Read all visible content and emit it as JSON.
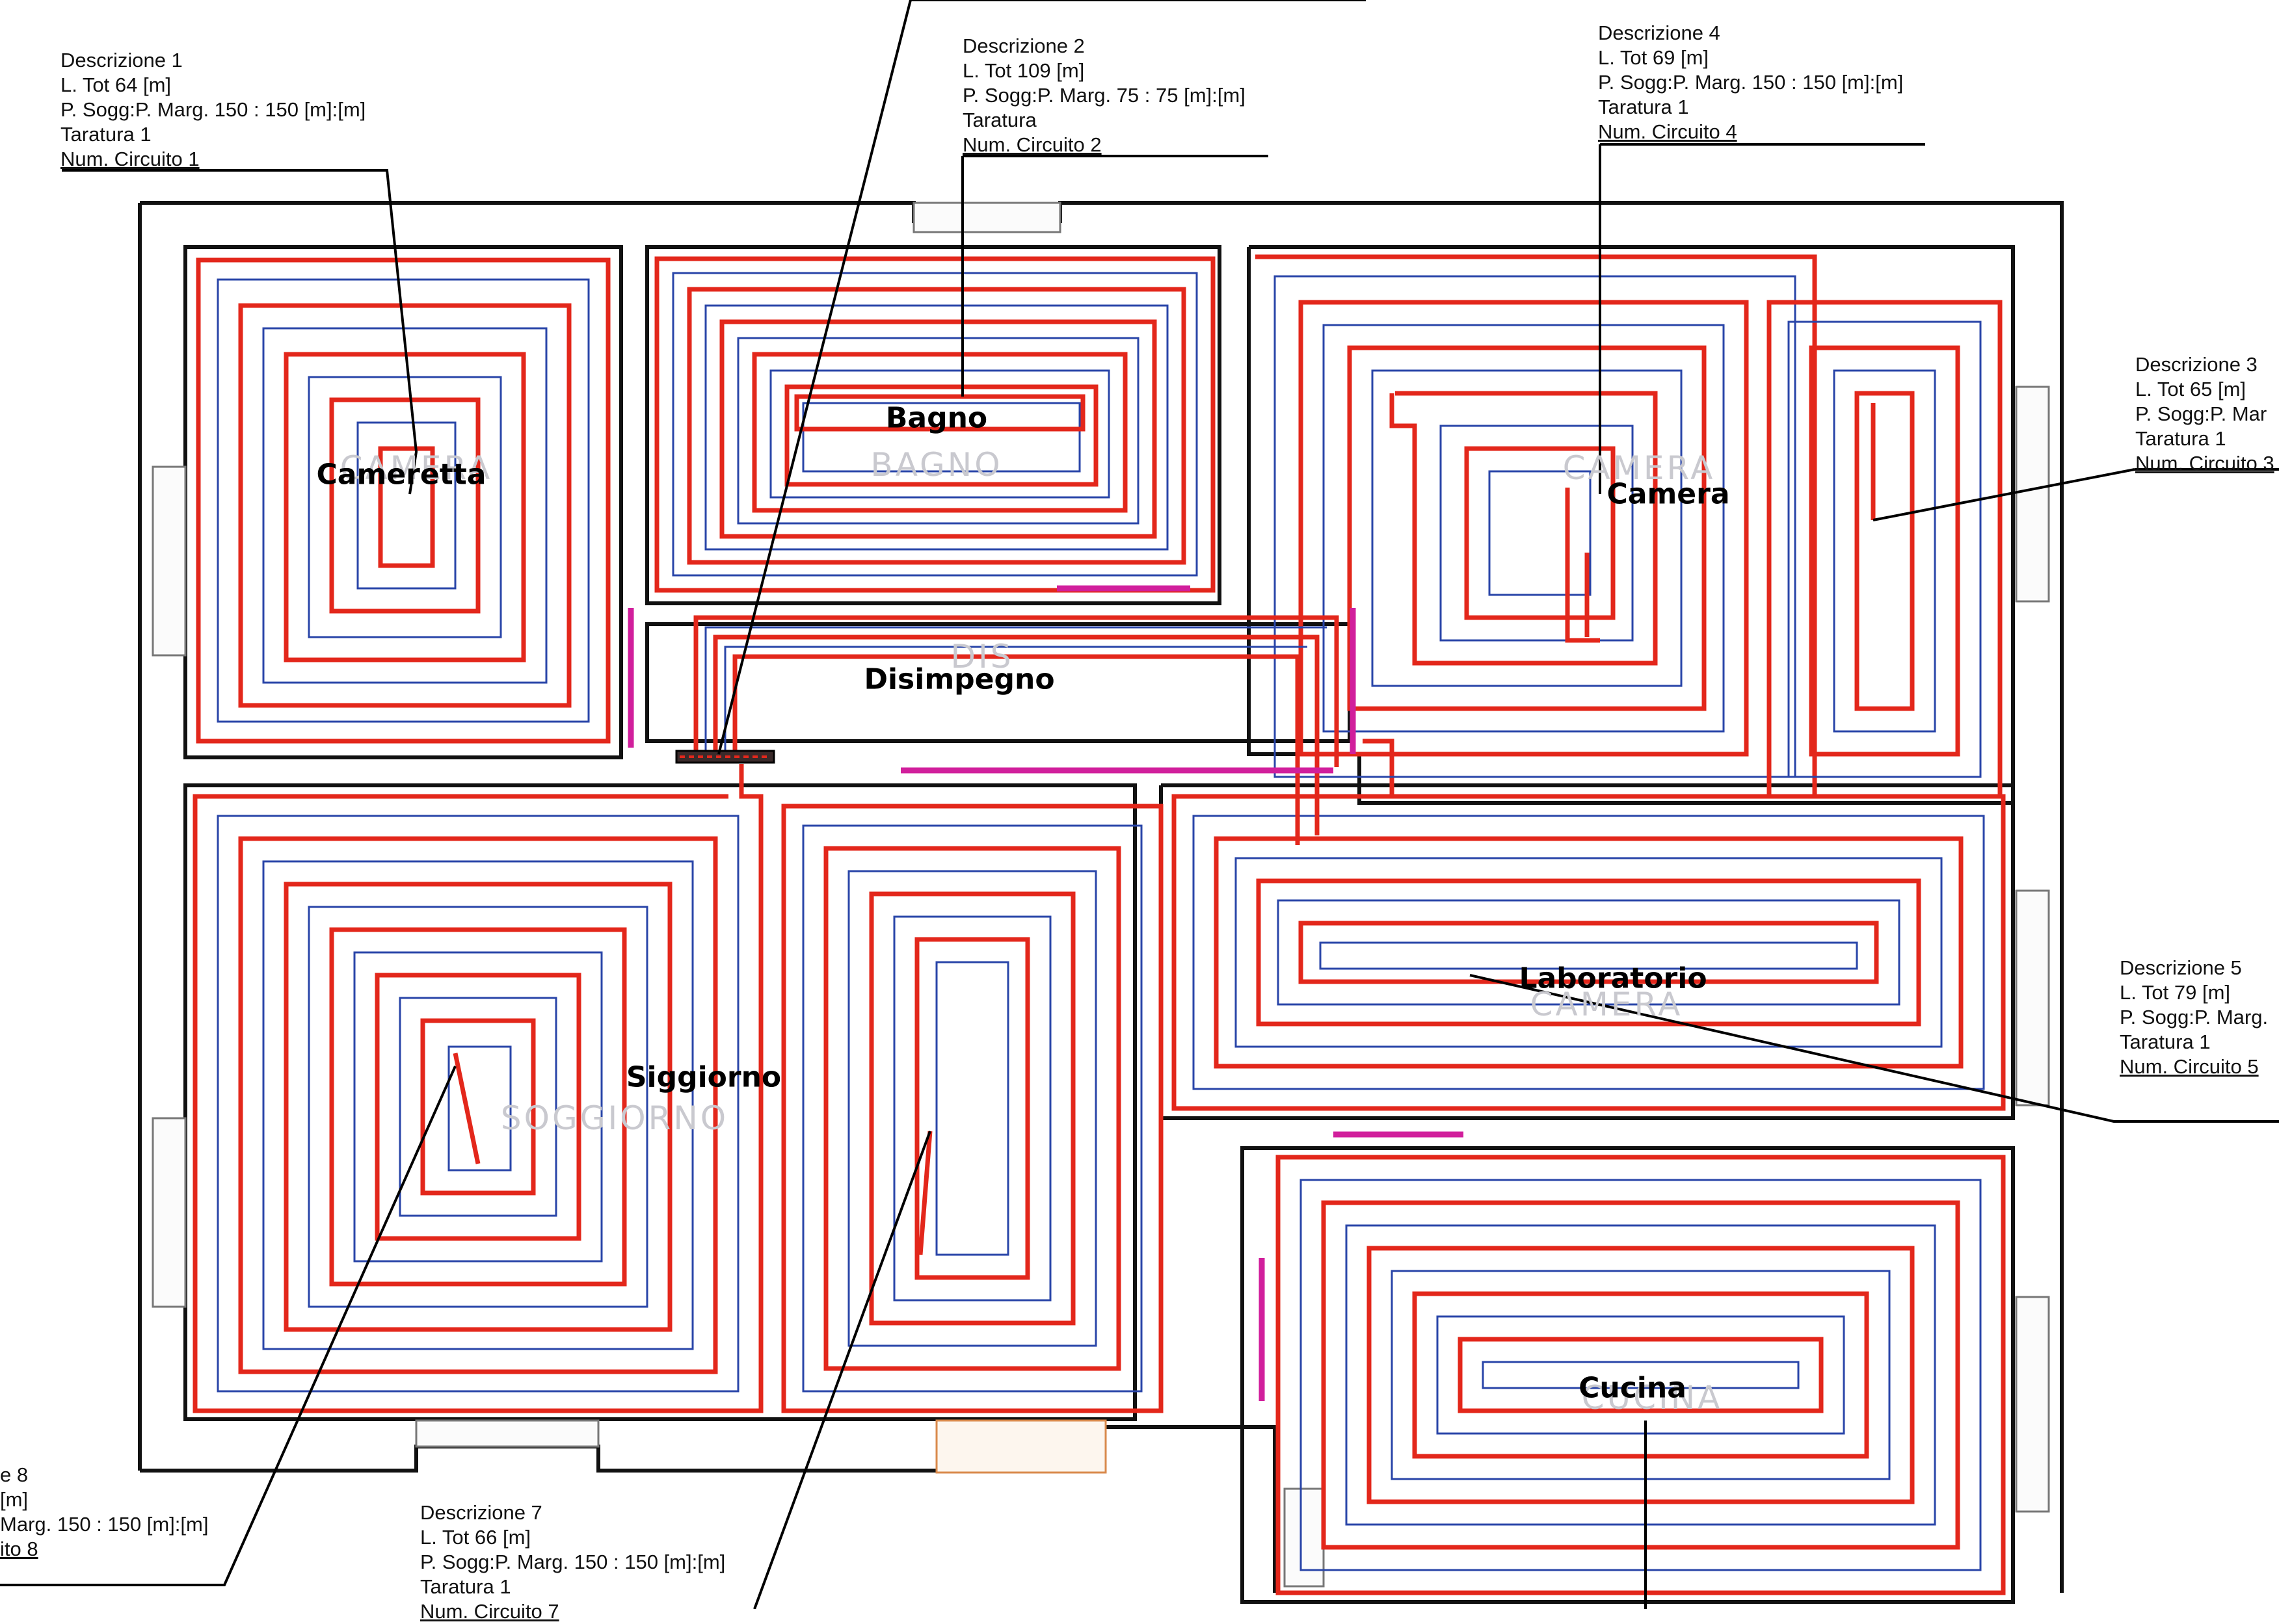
{
  "rooms": {
    "cameretta": "Cameretta",
    "bagno": "Bagno",
    "camera": "Camera",
    "disimpegno": "Disimpegno",
    "laboratorio": "Laboratorio",
    "siggiorno": "Siggiorno",
    "cucina": "Cucina"
  },
  "ghost_labels": {
    "camera_left": "CAMERA",
    "bagno": "BAGNO",
    "camera_right": "CAMERA",
    "dis": "DIS",
    "lab": "CAMERA",
    "soggiorno": "SOGGIORNO",
    "cucina": "CUCINA"
  },
  "circuits": {
    "c1": {
      "title": "Descrizione 1",
      "length": "L. Tot 64 [m]",
      "spacing": "P. Sogg:P. Marg. 150 : 150 [m]:[m]",
      "calibration": "Taratura  1",
      "number": "Num. Circuito 1"
    },
    "c2": {
      "title": "Descrizione 2",
      "length": "L. Tot 109 [m]",
      "spacing": "P. Sogg:P. Marg. 75 : 75 [m]:[m]",
      "calibration": "Taratura",
      "number": "Num. Circuito 2"
    },
    "c3": {
      "title": "Descrizione 3",
      "length": "L. Tot 65 [m]",
      "spacing": "P. Sogg:P. Mar",
      "calibration": "Taratura  1",
      "number": "Num. Circuito 3"
    },
    "c4": {
      "title": "Descrizione 4",
      "length": "L. Tot 69 [m]",
      "spacing": "P. Sogg:P. Marg. 150 : 150 [m]:[m]",
      "calibration": "Taratura  1",
      "number": "Num. Circuito 4"
    },
    "c5": {
      "title": "Descrizione 5",
      "length": "L. Tot 79 [m]",
      "spacing": "P. Sogg:P. Marg.",
      "calibration": "Taratura  1",
      "number": "Num. Circuito 5"
    },
    "c7": {
      "title": "Descrizione 7",
      "length": "L. Tot 66 [m]",
      "spacing": "P. Sogg:P. Marg. 150 : 150 [m]:[m]",
      "calibration": "Taratura  1",
      "number": "Num. Circuito 7"
    },
    "c8": {
      "title": "e 8",
      "length": "[m]",
      "spacing": "Marg. 150 : 150 [m]:[m]",
      "calibration": "",
      "number": "ito 8"
    }
  },
  "colors": {
    "supply_pipe": "#e3271b",
    "return_pipe": "#2945a8",
    "collector_link": "#d11f9c",
    "wall": "#111111"
  }
}
